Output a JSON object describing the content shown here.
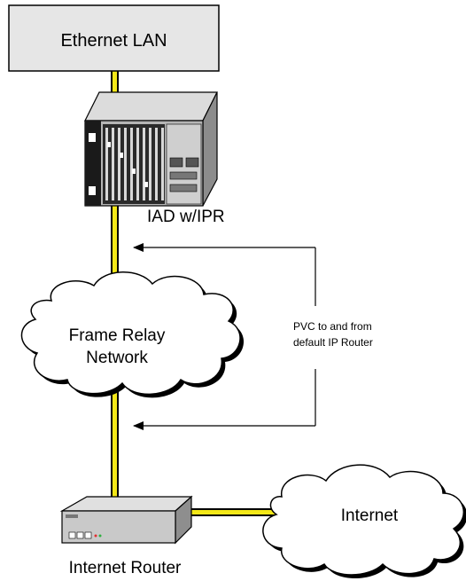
{
  "diagram": {
    "lan_label": "Ethernet LAN",
    "iad_label": "IAD w/IPR",
    "frame_relay_line1": "Frame Relay",
    "frame_relay_line2": "Network",
    "pvc_line1": "PVC to and from",
    "pvc_line2": "default IP Router",
    "internet_label": "Internet",
    "router_label": "Internet Router"
  },
  "colors": {
    "link": "#f4e818",
    "lan_box": "#e6e6e6",
    "cloud": "#ffffff"
  }
}
